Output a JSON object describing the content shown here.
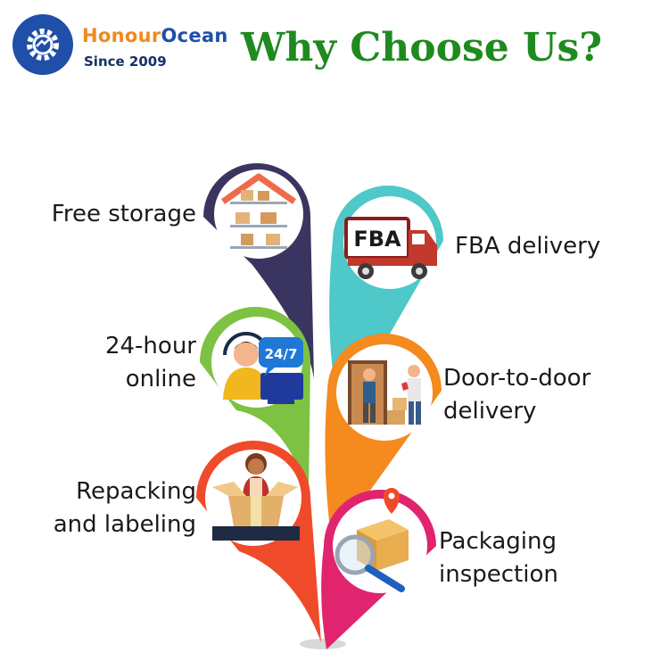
{
  "header": {
    "brand_part1": "Honour",
    "brand_part2": "Ocean",
    "since": "Since 2009",
    "title": "Why Choose Us?"
  },
  "features": {
    "free_storage": "Free storage",
    "fba_delivery": "FBA delivery",
    "online_line1": "24-hour",
    "online_line2": "online",
    "door_line1": "Door-to-door",
    "door_line2": "delivery",
    "repack_line1": "Repacking",
    "repack_line2": "and labeling",
    "pack_line1": "Packaging",
    "pack_line2": "inspection"
  },
  "icon_text": {
    "fba": "FBA",
    "support": "24/7"
  },
  "colors": {
    "brand_blue": "#1f4fa8",
    "brand_orange": "#f08a1c",
    "title_green": "#1f8a1f",
    "pin_navy": "#3a3560",
    "pin_teal": "#4ec8c8",
    "pin_green": "#7dc242",
    "pin_orange": "#f58a1f",
    "pin_red": "#ef4b2b",
    "pin_magenta": "#e0246e"
  }
}
